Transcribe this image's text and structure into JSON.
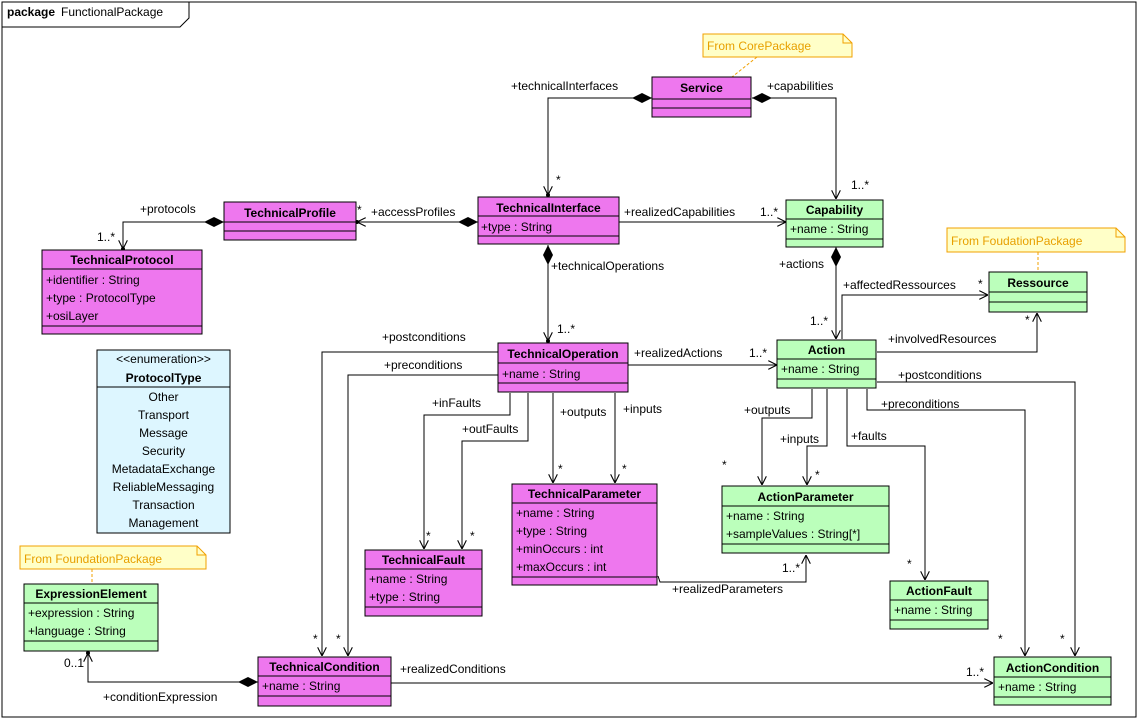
{
  "frame": {
    "keyword": "package",
    "name": "FunctionalPackage"
  },
  "notes": {
    "core": "From CorePackage",
    "foundation1": "From FoudationPackage",
    "foundation2": "From FoundationPackage"
  },
  "classes": {
    "service": {
      "name": "Service"
    },
    "technical_interface": {
      "name": "TechnicalInterface",
      "attrs": [
        "+type : String"
      ]
    },
    "technical_profile": {
      "name": "TechnicalProfile"
    },
    "technical_protocol": {
      "name": "TechnicalProtocol",
      "attrs": [
        "+identifier : String",
        "+type : ProtocolType",
        "+osiLayer"
      ]
    },
    "capability": {
      "name": "Capability",
      "attrs": [
        "+name : String"
      ]
    },
    "ressource": {
      "name": "Ressource"
    },
    "technical_operation": {
      "name": "TechnicalOperation",
      "attrs": [
        "+name : String"
      ]
    },
    "action": {
      "name": "Action",
      "attrs": [
        "+name : String"
      ]
    },
    "protocol_type": {
      "stereotype": "<<enumeration>>",
      "name": "ProtocolType",
      "literals": [
        "Other",
        "Transport",
        "Message",
        "Security",
        "MetadataExchange",
        "ReliableMessaging",
        "Transaction",
        "Management"
      ]
    },
    "technical_parameter": {
      "name": "TechnicalParameter",
      "attrs": [
        "+name : String",
        "+type : String",
        "+minOccurs : int",
        "+maxOccurs : int"
      ]
    },
    "action_parameter": {
      "name": "ActionParameter",
      "attrs": [
        "+name : String",
        "+sampleValues : String[*]"
      ]
    },
    "technical_fault": {
      "name": "TechnicalFault",
      "attrs": [
        "+name : String",
        "+type : String"
      ]
    },
    "action_fault": {
      "name": "ActionFault",
      "attrs": [
        "+name : String"
      ]
    },
    "expression_element": {
      "name": "ExpressionElement",
      "attrs": [
        "+expression : String",
        "+language : String"
      ]
    },
    "technical_condition": {
      "name": "TechnicalCondition",
      "attrs": [
        "+name : String"
      ]
    },
    "action_condition": {
      "name": "ActionCondition",
      "attrs": [
        "+name : String"
      ]
    }
  },
  "labels": {
    "technical_interfaces": "+technicalInterfaces",
    "capabilities": "+capabilities",
    "protocols": "+protocols",
    "access_profiles": "+accessProfiles",
    "realized_capabilities": "+realizedCapabilities",
    "technical_operations": "+technicalOperations",
    "actions": "+actions",
    "affected_ressources": "+affectedRessources",
    "involved_resources": "+involvedResources",
    "postconditions": "+postconditions",
    "preconditions": "+preconditions",
    "realized_actions": "+realizedActions",
    "in_faults": "+inFaults",
    "out_faults": "+outFaults",
    "outputs": "+outputs",
    "inputs": "+inputs",
    "faults": "+faults",
    "realized_parameters": "+realizedParameters",
    "realized_conditions": "+realizedConditions",
    "condition_expression": "+conditionExpression"
  },
  "multiplicities": {
    "one_many": "1..*",
    "many": "*",
    "zero_one": "0..1"
  },
  "colors": {
    "magenta": "#ee77ee",
    "green": "#bbffbb",
    "cyan": "#ddf6ff",
    "note_fill": "#ffffc8",
    "note_border": "#f0a000"
  }
}
